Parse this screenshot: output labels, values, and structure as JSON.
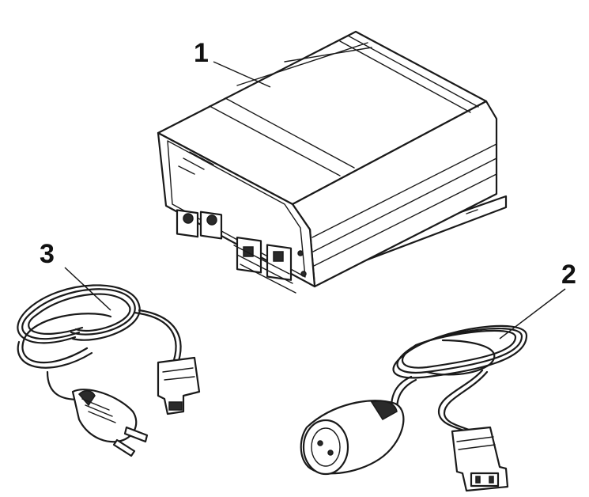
{
  "callouts": [
    {
      "id": "1",
      "label": "1"
    },
    {
      "id": "2",
      "label": "2"
    },
    {
      "id": "3",
      "label": "3"
    }
  ],
  "parts": [
    {
      "callout": "1",
      "icon": "inverter-unit-icon"
    },
    {
      "callout": "2",
      "icon": "extension-cord-socket-icon"
    },
    {
      "callout": "3",
      "icon": "mains-power-cord-icon"
    }
  ],
  "colors": {
    "line": "#1a1a1a",
    "background": "#ffffff"
  }
}
